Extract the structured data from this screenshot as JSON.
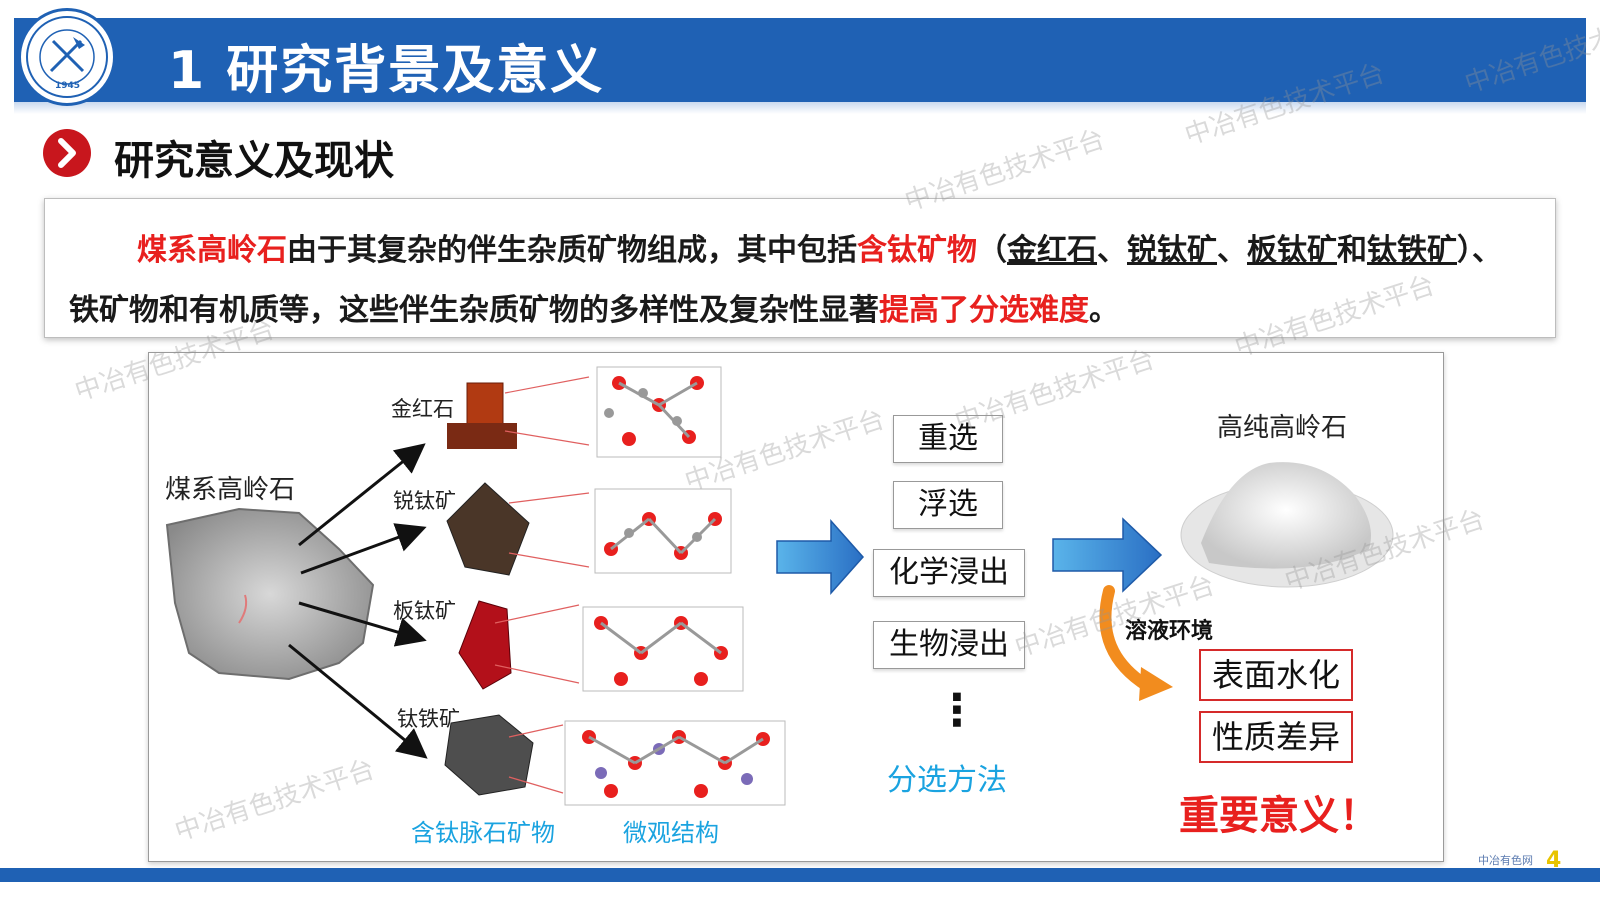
{
  "header": {
    "title": "1 研究背景及意义",
    "logo_year": "1945"
  },
  "section": {
    "title": "研究意义及现状"
  },
  "paragraph": {
    "s1": "煤系高岭石",
    "s2": "由于其复杂的伴生杂质矿物组成，其中包括",
    "s3": "含钛矿物",
    "s4": "（",
    "s5": "金红石",
    "s6": "、",
    "s7": "锐钛矿",
    "s8": "、",
    "s9": "板钛矿",
    "s10": "和",
    "s11": "钛铁矿",
    "s12": "）、铁矿物和有机质等，这些伴生杂质矿物的多样性及复杂性显著",
    "s13": "提高了分选难度",
    "s14": "。"
  },
  "diagram": {
    "source_label": "煤系高岭石",
    "minerals": [
      "金红石",
      "锐钛矿",
      "板钛矿",
      "钛铁矿"
    ],
    "caption_minerals": "含钛脉石矿物",
    "caption_structure": "微观结构",
    "methods": [
      "重选",
      "浮选",
      "化学浸出",
      "生物浸出"
    ],
    "ellipsis": "⋮",
    "methods_caption": "分选方法",
    "product_label": "高纯高岭石",
    "env_label": "溶液环境",
    "effects": [
      "表面水化",
      "性质差异"
    ],
    "conclusion": "重要意义！"
  },
  "footer": {
    "page_number": "4",
    "brand": "中冶有色网"
  },
  "watermark_text": "中冶有色技术平台",
  "colors": {
    "header_blue": "#1f61b4",
    "accent_red": "#e8201e",
    "caption_blue": "#1aa3e0",
    "arrow_orange": "#f28c1e"
  }
}
